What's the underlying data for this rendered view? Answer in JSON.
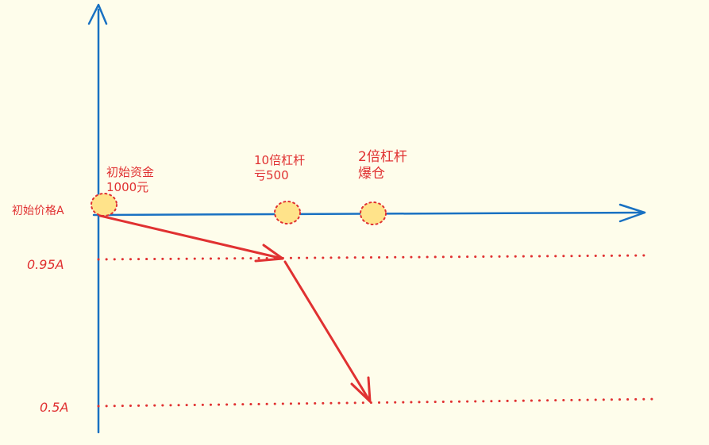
{
  "colors": {
    "background": "#FEFDEB",
    "axis": "#1971C2",
    "arrow": "#E03131",
    "marker_fill": "#FFE38A",
    "marker_stroke": "#E03131",
    "text": "#E03131"
  },
  "labels": {
    "initial_price": "初始价格A",
    "initial_capital_line1": "初始资金",
    "initial_capital_line2": "1000元",
    "leverage10_line1": "10倍杠杆",
    "leverage10_line2": "亏500",
    "leverage2_line1": "2倍杠杆",
    "leverage2_line2": "爆仓",
    "price_095": "0.95A",
    "price_05": "0.5A"
  }
}
